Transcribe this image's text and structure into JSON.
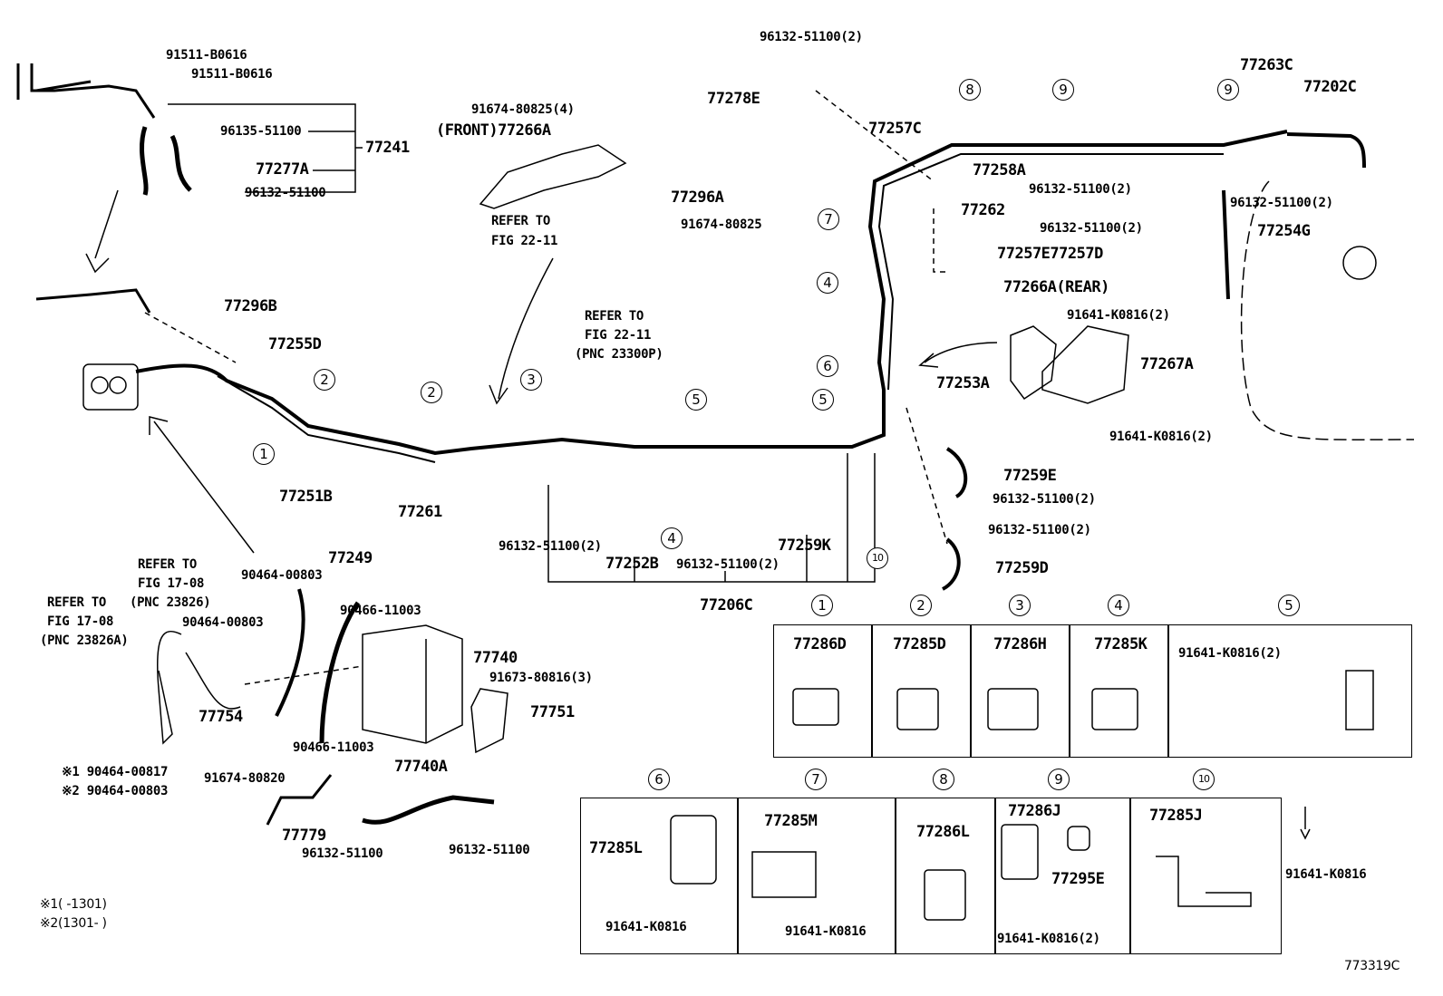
{
  "diagram_id": "773319C",
  "labels": {
    "p91511a": "91511-B0616",
    "p91511b": "91511-B0616",
    "p96135": "96135-51100",
    "p77241": "77241",
    "p77277A": "77277A",
    "p96132_tl": "96132-51100",
    "p91674_4": "91674-80825(4)",
    "p77266A_front": "(FRONT)77266A",
    "p77296A": "77296A",
    "p91674_b": "91674-80825",
    "refer_2211_a1": "REFER TO",
    "refer_2211_a2": "FIG 22-11",
    "refer_2211_b1": "REFER TO",
    "refer_2211_b2": "FIG 22-11",
    "refer_2211_b3": "(PNC 23300P)",
    "p96132_top": "96132-51100(2)",
    "p77278E": "77278E",
    "p77257C": "77257C",
    "p77258A": "77258A",
    "p77262": "77262",
    "p96132_mid": "96132-51100(2)",
    "p77257ED": "77257E77257D",
    "p77263C": "77263C",
    "p77202C": "77202C",
    "p96132_r1": "96132-51100(2)",
    "p96132_r2": "96132-51100(2)",
    "p77254G": "77254G",
    "p77266A_rear": "77266A(REAR)",
    "p91641_r1": "91641-K0816(2)",
    "p77267A": "77267A",
    "p77253A": "77253A",
    "p91641_r2": "91641-K0816(2)",
    "p77259E": "77259E",
    "p96132_r3": "96132-51100(2)",
    "p96132_r4": "96132-51100(2)",
    "p77259D": "77259D",
    "p77296B": "77296B",
    "p77255D": "77255D",
    "p77251B": "77251B",
    "p77261": "77261",
    "p96132_c1": "96132-51100(2)",
    "p77252B": "77252B",
    "p96132_c2": "96132-51100(2)",
    "p77259K": "77259K",
    "p77206C": "77206C",
    "refer_1708_a1": "REFER TO",
    "refer_1708_a2": "FIG 17-08",
    "refer_1708_a3": "(PNC 23826)",
    "refer_1708_b1": "REFER TO",
    "refer_1708_b2": "FIG 17-08",
    "refer_1708_b3": "(PNC 23826A)",
    "p90464_a": "90464-00803",
    "p77249": "77249",
    "p90464_b": "90464-00803",
    "p90466_a": "90466-11003",
    "p77740": "77740",
    "p91673": "91673-80816(3)",
    "p77751": "77751",
    "p77754": "77754",
    "p90466_b": "90466-11003",
    "note1_part": "※1 90464-00817",
    "p91674_80820": "91674-80820",
    "note2_part": "※2 90464-00803",
    "p77740A": "77740A",
    "p77779": "77779",
    "p96132_bl1": "96132-51100",
    "p96132_bl2": "96132-51100",
    "foot1": "※1(     -1301)",
    "foot2": "※2(1301-     )"
  },
  "callouts": [
    "1",
    "2",
    "3",
    "4",
    "5",
    "6",
    "7",
    "8",
    "9",
    "10"
  ],
  "detail_boxes": {
    "b1": {
      "num": "1",
      "part": "77286D"
    },
    "b2": {
      "num": "2",
      "part": "77285D"
    },
    "b3": {
      "num": "3",
      "part": "77286H"
    },
    "b4": {
      "num": "4",
      "part": "77285K"
    },
    "b5": {
      "num": "5",
      "part": "91641-K0816(2)"
    },
    "b6": {
      "num": "6",
      "part": "77285L",
      "part2": "91641-K0816"
    },
    "b7": {
      "num": "7",
      "part": "77285M",
      "part2": "91641-K0816"
    },
    "b8": {
      "num": "8",
      "part": "77286L"
    },
    "b9": {
      "num": "9",
      "part": "77286J",
      "part2": "77295E",
      "part3": "91641-K0816(2)"
    },
    "b10": {
      "num": "10",
      "part": "77285J",
      "part2": "91641-K0816"
    }
  }
}
